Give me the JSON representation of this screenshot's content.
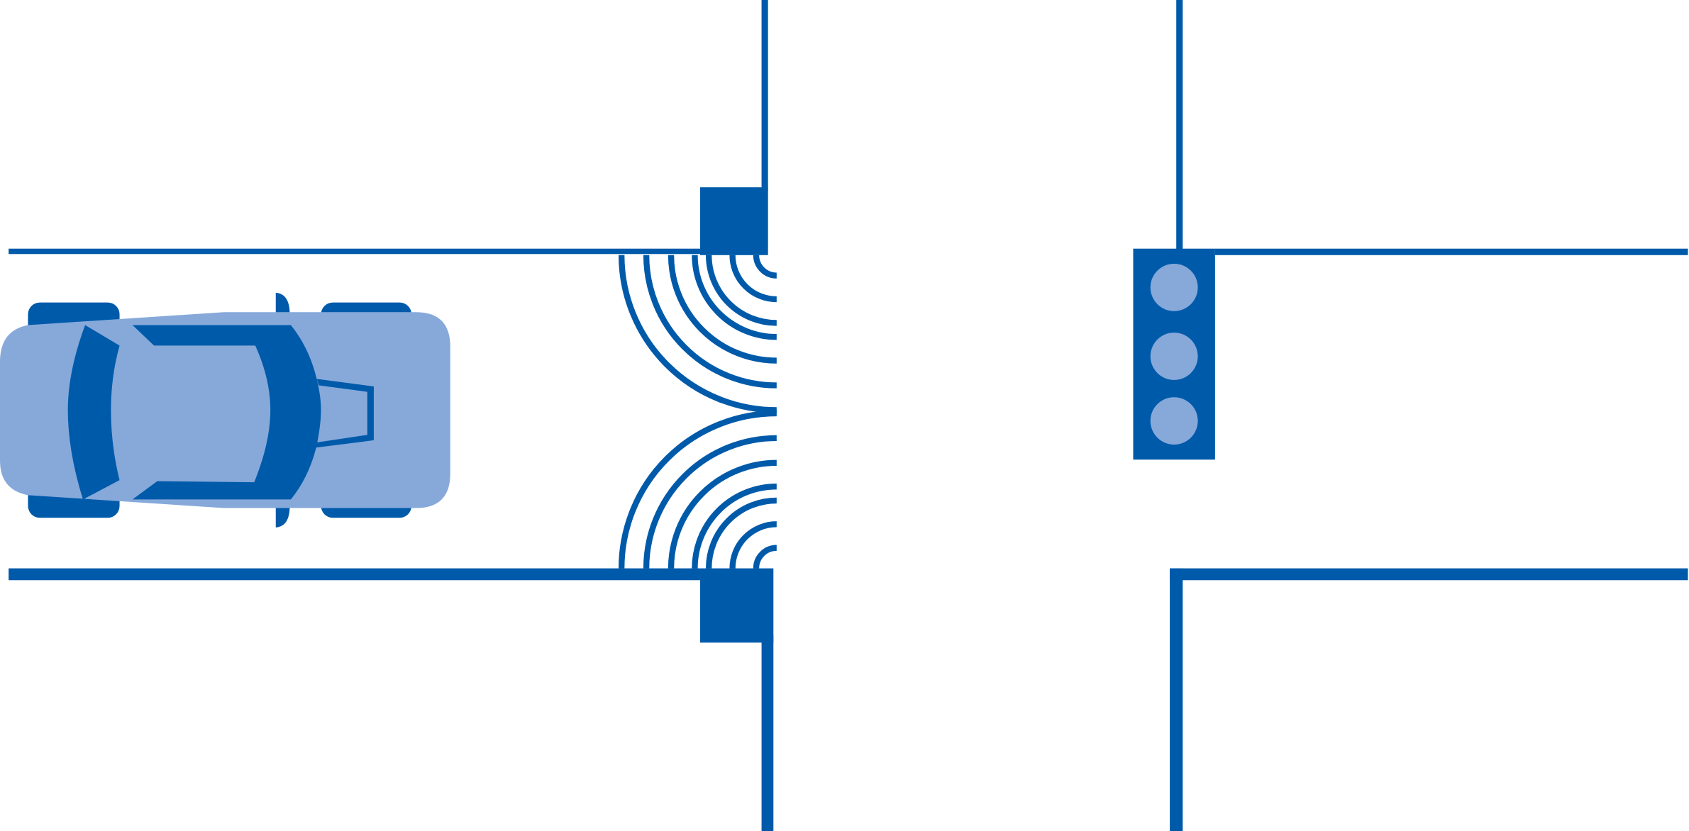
{
  "colors": {
    "primary": "#005aaa",
    "light": "#86a9da",
    "background": "#ffffff"
  },
  "elements": {
    "road": "road-outline",
    "vehicle": "car",
    "sensor": "sensor-signal-waves",
    "signal": "traffic-light",
    "signal_lamps": [
      "traffic-light-lamp-top",
      "traffic-light-lamp-middle",
      "traffic-light-lamp-bottom"
    ]
  }
}
